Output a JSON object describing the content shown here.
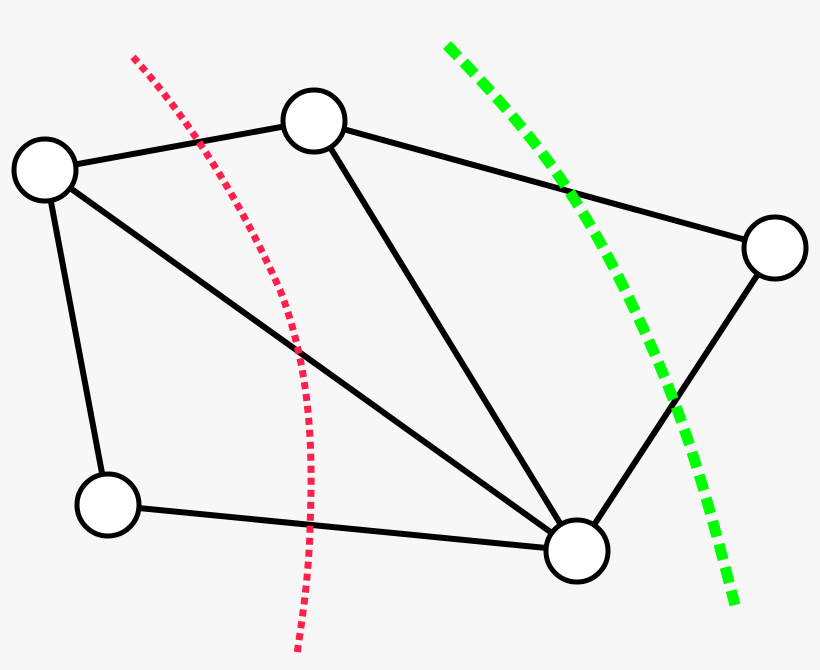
{
  "diagram": {
    "type": "graph",
    "background": "#f7f7f7",
    "node_fill": "#ffffff",
    "edge_color": "#000000",
    "nodes": [
      "n1",
      "n2",
      "n3",
      "n4",
      "n5"
    ],
    "edges": [
      [
        "n1",
        "n2"
      ],
      [
        "n1",
        "n4"
      ],
      [
        "n1",
        "n5"
      ],
      [
        "n2",
        "n5"
      ],
      [
        "n2",
        "n3"
      ],
      [
        "n3",
        "n5"
      ],
      [
        "n4",
        "n5"
      ]
    ],
    "cuts": [
      {
        "id": "red-cut",
        "color": "#ff1f4b",
        "style": "dotted"
      },
      {
        "id": "green-cut",
        "color": "#00ff00",
        "style": "dashed"
      }
    ]
  }
}
